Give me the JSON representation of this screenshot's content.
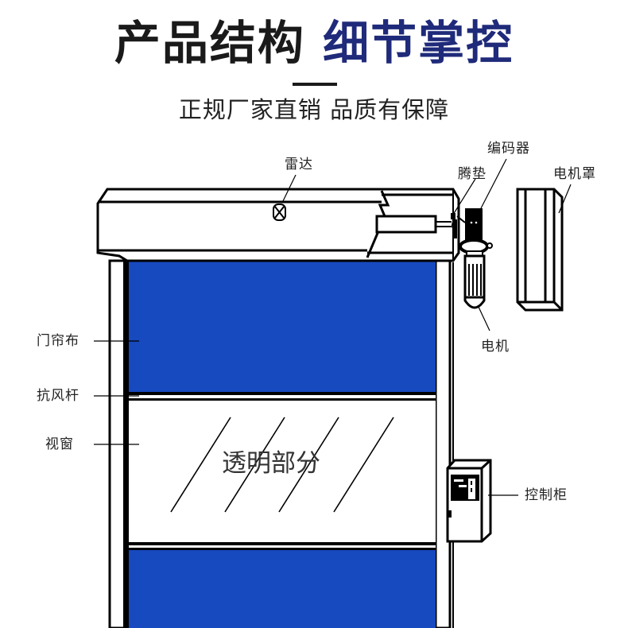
{
  "header": {
    "title_dark": "产品结构",
    "title_accent": "细节掌控",
    "subtitle": "正规厂家直销 品质有保障"
  },
  "colors": {
    "accent": "#1f2a7a",
    "curtain_blue": "#1749bf",
    "line": "#000000"
  },
  "diagram": {
    "labels": {
      "radar": "雷达",
      "encoder": "编码器",
      "pad": "腾垫",
      "motor_cover": "电机罩",
      "motor": "电机",
      "curtain_fabric": "门帘布",
      "wind_bar": "抗风杆",
      "window": "视窗",
      "control_box": "控制柜"
    },
    "window_text": "透明部分"
  }
}
